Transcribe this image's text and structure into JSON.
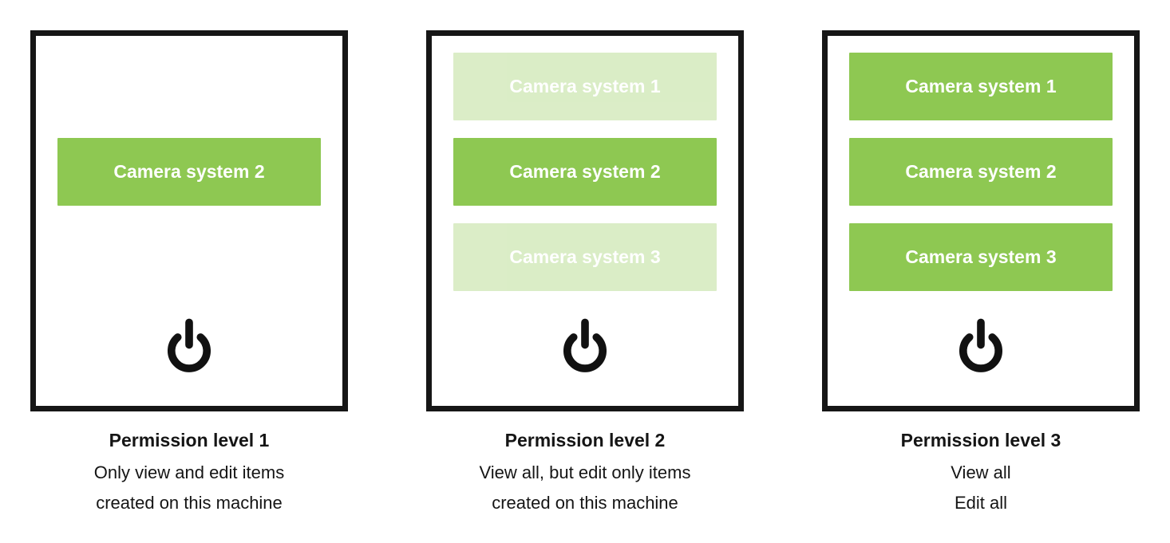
{
  "colors": {
    "active_green": "#8ec852",
    "ink": "#151515",
    "border": "#161616",
    "button_text": "#ffffff"
  },
  "icons": {
    "power": "power-icon"
  },
  "panels": [
    {
      "systems": [
        {
          "label": "Camera system 2",
          "state": "active"
        }
      ],
      "caption": {
        "title": "Permission level 1",
        "lines": [
          "Only view and edit items",
          "created on this machine"
        ]
      }
    },
    {
      "systems": [
        {
          "label": "Camera system 1",
          "state": "faded"
        },
        {
          "label": "Camera system 2",
          "state": "active"
        },
        {
          "label": "Camera system 3",
          "state": "faded"
        }
      ],
      "caption": {
        "title": "Permission level 2",
        "lines": [
          "View all, but edit only items",
          "created on this machine"
        ]
      }
    },
    {
      "systems": [
        {
          "label": "Camera system 1",
          "state": "active"
        },
        {
          "label": "Camera system 2",
          "state": "active"
        },
        {
          "label": "Camera system 3",
          "state": "active"
        }
      ],
      "caption": {
        "title": "Permission level 3",
        "lines": [
          "View all",
          "Edit all"
        ]
      }
    }
  ]
}
